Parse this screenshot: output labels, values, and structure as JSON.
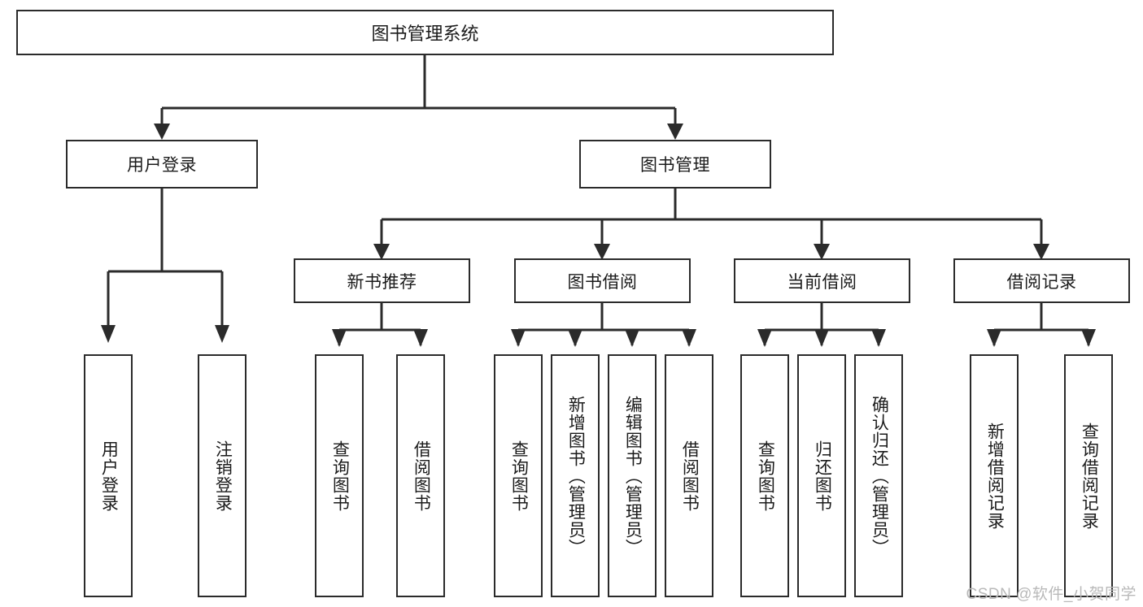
{
  "diagram": {
    "type": "tree",
    "title": "图书管理系统",
    "watermark": "CSDN @软件_小贺同学",
    "colors": {
      "stroke": "#2b2b2b",
      "fill": "#ffffff",
      "text": "#1b1b1b",
      "watermark": "#b9b9b9"
    },
    "root": {
      "label": "图书管理系统"
    },
    "level2": [
      {
        "label": "用户登录"
      },
      {
        "label": "图书管理"
      }
    ],
    "level3": [
      {
        "label": "新书推荐"
      },
      {
        "label": "图书借阅"
      },
      {
        "label": "当前借阅"
      },
      {
        "label": "借阅记录"
      }
    ],
    "leaves": {
      "user_login": [
        {
          "label": "用户登录"
        },
        {
          "label": "注销登录"
        }
      ],
      "new_book": [
        {
          "label": "查询图书"
        },
        {
          "label": "借阅图书"
        }
      ],
      "book_borrow": [
        {
          "label": "查询图书"
        },
        {
          "label": "新增图书（管理员）"
        },
        {
          "label": "编辑图书（管理员）"
        },
        {
          "label": "借阅图书"
        }
      ],
      "current_borrow": [
        {
          "label": "查询图书"
        },
        {
          "label": "归还图书"
        },
        {
          "label": "确认归还（管理员）"
        }
      ],
      "borrow_record": [
        {
          "label": "新增借阅记录"
        },
        {
          "label": "查询借阅记录"
        }
      ]
    }
  }
}
